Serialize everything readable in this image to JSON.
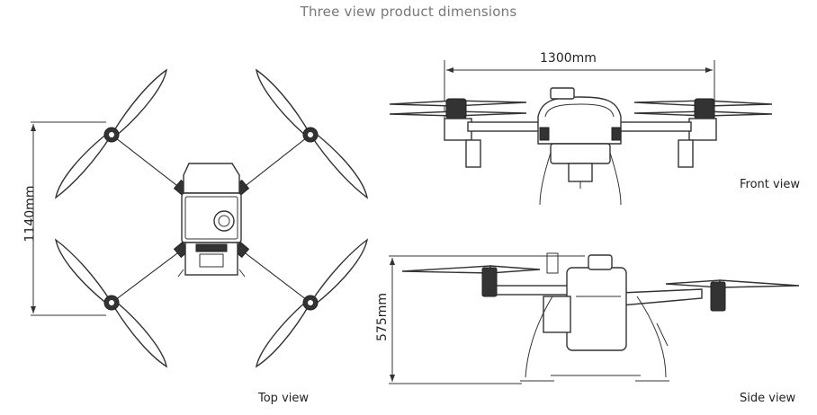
{
  "title": "Three view product dimensions",
  "views": {
    "top": {
      "label": "Top view",
      "height_dim": "1140mm"
    },
    "front": {
      "label": "Front view",
      "width_dim": "1300mm"
    },
    "side": {
      "label": "Side view",
      "height_dim": "575mm"
    }
  }
}
